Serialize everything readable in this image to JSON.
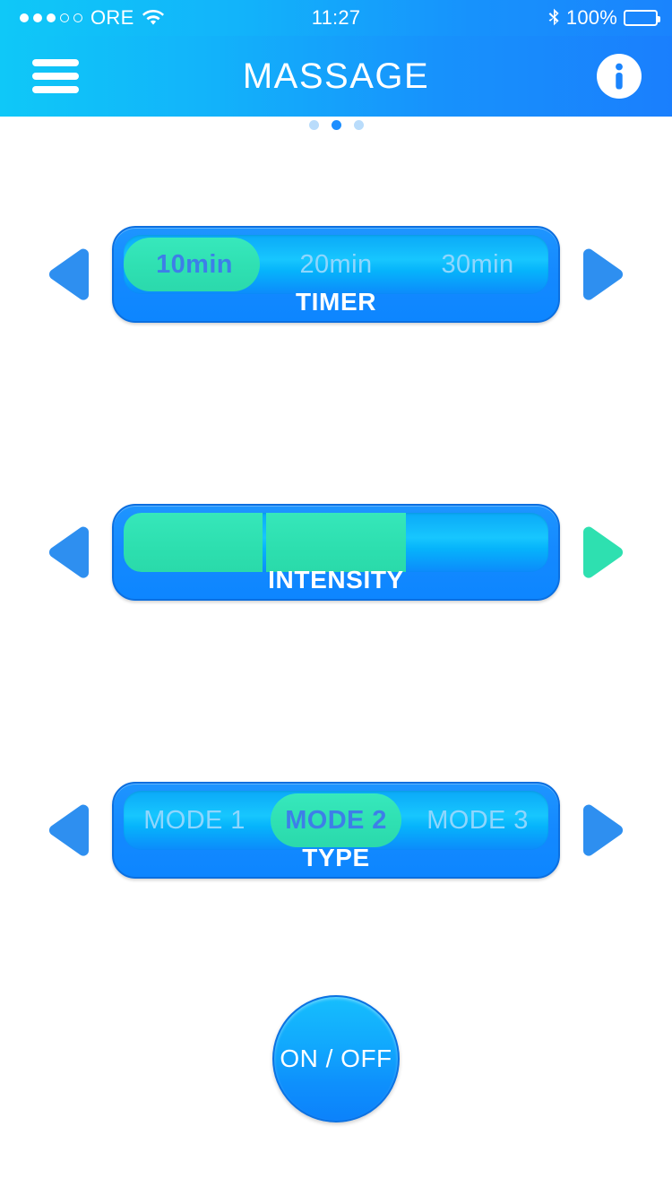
{
  "status_bar": {
    "signal_filled": 3,
    "signal_total": 5,
    "carrier": "ORE",
    "wifi_icon": "wifi-icon",
    "time": "11:27",
    "bluetooth_icon": "bluetooth-icon",
    "battery_percent": "100%",
    "battery_icon": "battery-full-icon"
  },
  "navbar": {
    "menu_icon": "hamburger-menu-icon",
    "title": "MASSAGE",
    "info_icon": "info-icon"
  },
  "pager": {
    "total": 3,
    "active_index": 1
  },
  "controls": [
    {
      "key": "timer",
      "caption": "TIMER",
      "kind": "segments",
      "left_arrow": "arrow-left-icon",
      "right_arrow": "arrow-right-icon",
      "left_arrow_color": "#2E8FF0",
      "right_arrow_color": "#2E8FF0",
      "options": [
        "10min",
        "20min",
        "30min"
      ],
      "selected_index": 0
    },
    {
      "key": "intensity",
      "caption": "INTENSITY",
      "kind": "bars",
      "left_arrow": "arrow-left-icon",
      "right_arrow": "arrow-right-icon",
      "left_arrow_color": "#2E8FF0",
      "right_arrow_color": "#2EE0B0",
      "level": 2,
      "max_level": 3
    },
    {
      "key": "type",
      "caption": "TYPE",
      "kind": "segments",
      "left_arrow": "arrow-left-icon",
      "right_arrow": "arrow-right-icon",
      "left_arrow_color": "#2E8FF0",
      "right_arrow_color": "#2E8FF0",
      "options": [
        "MODE 1",
        "MODE 2",
        "MODE 3"
      ],
      "selected_index": 1
    }
  ],
  "power_button": {
    "label": "ON / OFF"
  },
  "colors": {
    "accent_blue": "#1C8EFF",
    "accent_green": "#2EE0B0",
    "header_cyan": "#0FC8F8",
    "header_blue": "#1A7FFD",
    "selected_text_blue": "#3D7FE8",
    "inactive_text": "#8FD6FD",
    "page_dot_inactive": "#B9DCFB",
    "background": "#FFFFFF"
  }
}
